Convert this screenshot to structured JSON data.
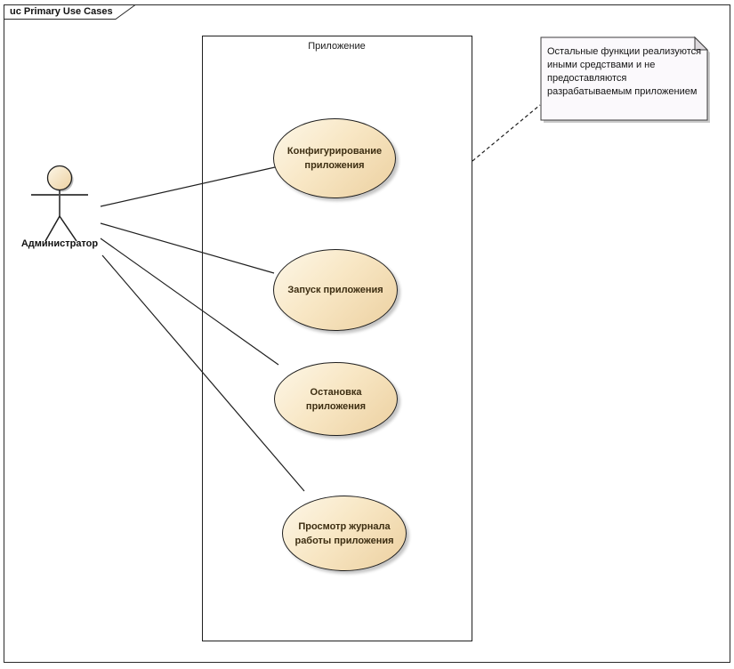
{
  "frame": {
    "title": "uc Primary Use Cases"
  },
  "system_boundary": {
    "label": "Приложение"
  },
  "actor": {
    "label": "Администратор"
  },
  "use_cases": [
    {
      "name": "configure-application",
      "lines": [
        "Конфигурирование",
        "приложения"
      ]
    },
    {
      "name": "start-application",
      "lines": [
        "Запуск приложения"
      ]
    },
    {
      "name": "stop-application",
      "lines": [
        "Остановка",
        "приложения"
      ]
    },
    {
      "name": "view-application-log",
      "lines": [
        "Просмотр журнала",
        "работы приложения"
      ]
    }
  ],
  "note": {
    "lines": [
      "Остальные функции реализуются",
      "иными средствами и не",
      "предоставляются",
      "разрабатываемым приложением"
    ]
  },
  "colors": {
    "ellipse_fill_light": "#fdf7e8",
    "ellipse_fill_dark": "#ecd0a0",
    "ellipse_text": "#3d2e12",
    "note_background": "#fbf9fc",
    "note_fold": "#ddd9dd",
    "shadow": "#c4c4c4",
    "stroke": "#1f1f1f"
  }
}
